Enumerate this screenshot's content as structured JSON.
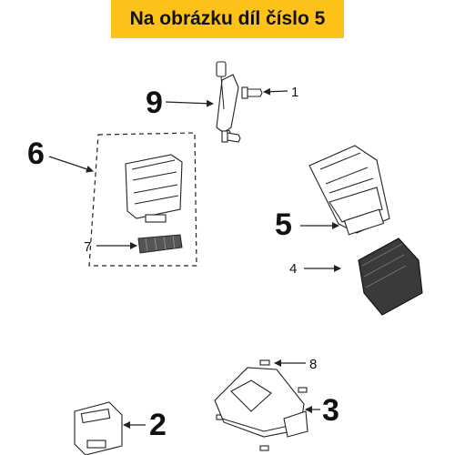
{
  "banner": {
    "text": "Na obrázku díl číslo 5",
    "background": "#fcc219"
  },
  "labels": {
    "p1": "1",
    "p2": "2",
    "p3": "3",
    "p4": "4",
    "p5": "5",
    "p6": "6",
    "p7": "7",
    "p8": "8",
    "p9": "9"
  }
}
